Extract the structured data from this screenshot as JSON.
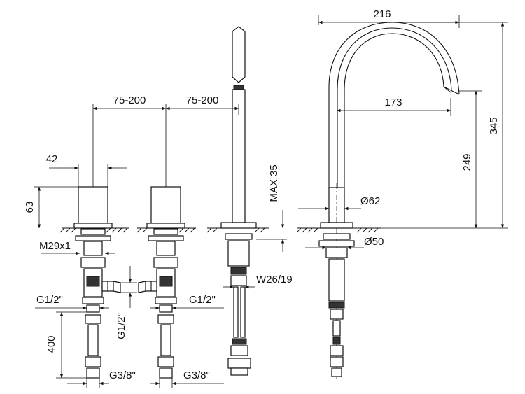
{
  "dimensions": {
    "spout_width": "216",
    "spout_reach": "173",
    "spout_total_height": "345",
    "spout_outlet_height": "249",
    "spout_base_dia": "Ø62",
    "spout_mount_dia": "Ø50",
    "handle_spacing_left": "75-200",
    "handle_spacing_right": "75-200",
    "handle_width": "42",
    "handle_height": "63",
    "handle_thread": "M29x1",
    "max_deck": "MAX 35",
    "wrench_size": "W26/19",
    "inlet_left": "G1/2\"",
    "inlet_right": "G1/2\"",
    "inlet_vertical": "G1/2\"",
    "hose_length": "400",
    "hose_left": "G3/8\"",
    "hose_right": "G3/8\""
  }
}
